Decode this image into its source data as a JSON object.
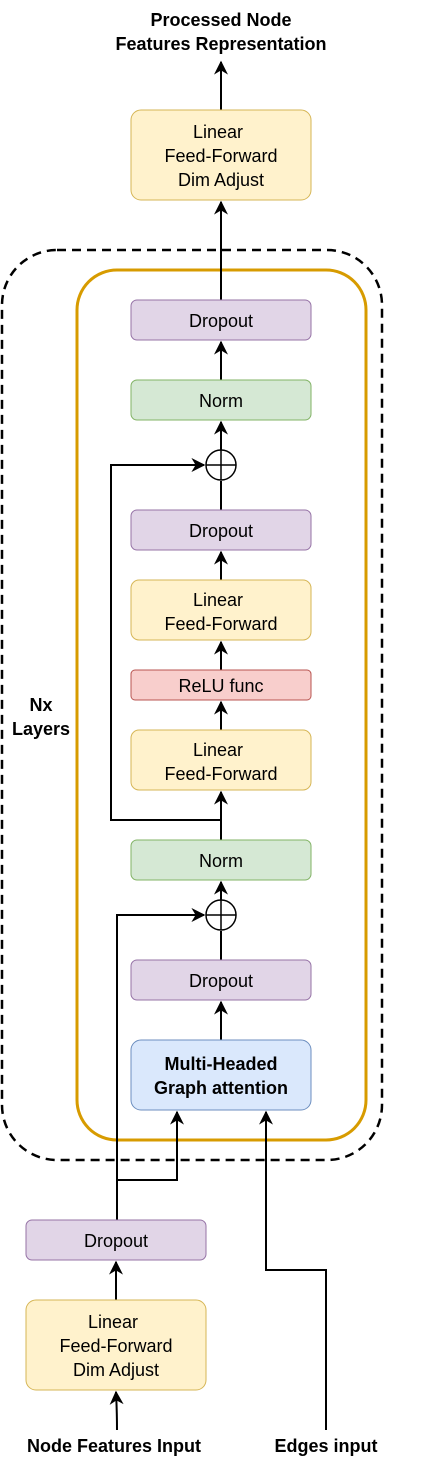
{
  "output_title": [
    "Processed Node",
    "Features Representation"
  ],
  "nx_label": [
    "Nx",
    "Layers"
  ],
  "input_labels": {
    "node_features": "Node Features Input",
    "edges": "Edges input"
  },
  "blocks": {
    "out_linear": [
      "Linear",
      "Feed-Forward",
      "Dim Adjust"
    ],
    "dropout_top": "Dropout",
    "norm_top": "Norm",
    "dropout_mid": "Dropout",
    "linear_ff_2": [
      "Linear",
      "Feed-Forward"
    ],
    "relu": "ReLU func",
    "linear_ff_1": [
      "Linear",
      "Feed-Forward"
    ],
    "norm_bottom": "Norm",
    "dropout_lower": "Dropout",
    "attention": [
      "Multi-Headed",
      "Graph attention"
    ],
    "dropout_input": "Dropout",
    "in_linear": [
      "Linear",
      "Feed-Forward",
      "Dim Adjust"
    ]
  },
  "colors": {
    "yellow_fill": "#fff2cc",
    "yellow_stroke": "#d6b656",
    "purple_fill": "#e1d5e7",
    "purple_stroke": "#9673a6",
    "green_fill": "#d5e8d4",
    "green_stroke": "#82b366",
    "red_fill": "#f8cecc",
    "red_stroke": "#b85450",
    "blue_fill": "#dae8fc",
    "blue_stroke": "#6c8ebf",
    "layer_border": "#d79b00"
  }
}
